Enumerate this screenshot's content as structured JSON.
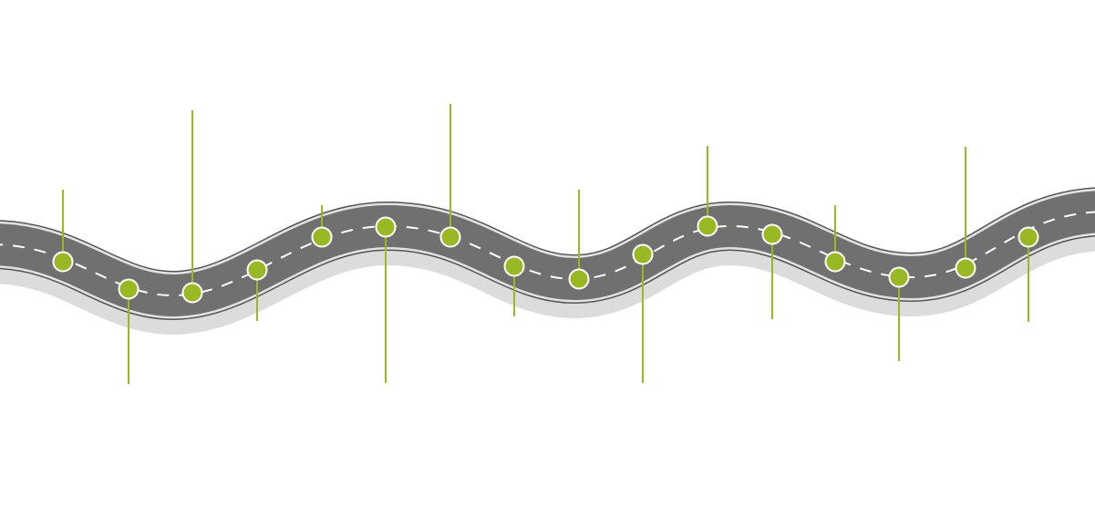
{
  "diagram": {
    "kind": "winding-road-timeline",
    "milestone_count": 16,
    "colors": {
      "background": "#ffffff",
      "road_shadow": "#dcdcdc",
      "road_edge_dark": "#555555",
      "road_edge_light": "#e2e2e2",
      "road_surface": "#707070",
      "lane_dash": "#ffffff",
      "milestone_fill": "#9ab823",
      "milestone_stroke": "#ffffff",
      "leader_line": "#9ab823"
    },
    "milestones": [
      {
        "id": 1,
        "leader": "up",
        "length": "short"
      },
      {
        "id": 2,
        "leader": "down",
        "length": "long"
      },
      {
        "id": 3,
        "leader": "up",
        "length": "long"
      },
      {
        "id": 4,
        "leader": "down",
        "length": "short"
      },
      {
        "id": 5,
        "leader": "up",
        "length": "short"
      },
      {
        "id": 6,
        "leader": "down",
        "length": "long"
      },
      {
        "id": 7,
        "leader": "up",
        "length": "long"
      },
      {
        "id": 8,
        "leader": "down",
        "length": "short"
      },
      {
        "id": 9,
        "leader": "up",
        "length": "long"
      },
      {
        "id": 10,
        "leader": "down",
        "length": "long"
      },
      {
        "id": 11,
        "leader": "up",
        "length": "long"
      },
      {
        "id": 12,
        "leader": "down",
        "length": "long"
      },
      {
        "id": 13,
        "leader": "up",
        "length": "short"
      },
      {
        "id": 14,
        "leader": "down",
        "length": "long"
      },
      {
        "id": 15,
        "leader": "up",
        "length": "long"
      },
      {
        "id": 16,
        "leader": "down",
        "length": "short"
      }
    ]
  }
}
